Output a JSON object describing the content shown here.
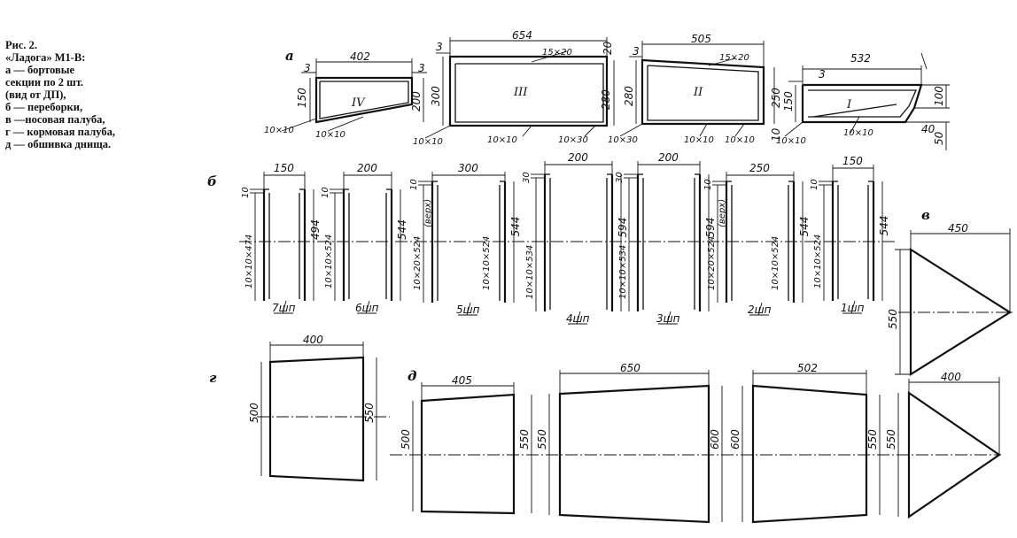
{
  "caption": {
    "title": "Рис. 2.",
    "model": "«Ладога» М1-В:",
    "lines": [
      "а — бортовые",
      "секции по 2 шт.",
      "(вид от ДП),",
      "б — переборки,",
      "в —носовая палуба,",
      "г — кормовая палуба,",
      "д — обшивка днища."
    ]
  },
  "labels": {
    "a": "а",
    "b": "б",
    "v": "в",
    "g": "г",
    "d": "д"
  },
  "side_sections": [
    {
      "roman": "IV",
      "width": "402",
      "h_left": "150",
      "h_right": "200",
      "ends": [
        "3",
        "3"
      ],
      "bar_left": "10×10",
      "bar_bottom": "10×10"
    },
    {
      "roman": "III",
      "width": "654",
      "h_left": "300",
      "h_right": "280",
      "end": "3",
      "top_bar": "15×20",
      "right_top": "20",
      "bar_left": "10×10",
      "bar_bottom": "10×10",
      "bar_right": "10×30"
    },
    {
      "roman": "II",
      "width": "505",
      "h_left": "280",
      "h_right": "250",
      "end": "3",
      "top_bar": "15×20",
      "bar_left": "10×30",
      "bar_bottom": "10×10",
      "bar_bottom2": "10×10",
      "right_bottom": "10"
    },
    {
      "roman": "I",
      "width": "532",
      "h_left": "150",
      "end": "3",
      "h_right": "100",
      "below": "50",
      "bar_left": "10×10",
      "bar_bottom": "10×10",
      "chine": "40"
    }
  ],
  "frames": [
    {
      "label": "7шп",
      "width": "150",
      "height": "494",
      "bar": "10×10×474",
      "top": "10",
      "note": ""
    },
    {
      "label": "6шп",
      "width": "200",
      "height": "544",
      "bar": "10×10×524",
      "top": "10",
      "note": ""
    },
    {
      "label": "5шп",
      "width": "300",
      "height": "544",
      "bar": "10×10×524",
      "bar2": "10×20×524",
      "top": "10",
      "note": "(верх)"
    },
    {
      "label": "4шп",
      "width": "200",
      "height": "594",
      "bar": "10×10×534",
      "top": "30",
      "note": ""
    },
    {
      "label": "3шп",
      "width": "200",
      "height": "594",
      "bar": "10×10×534",
      "top": "30",
      "note": ""
    },
    {
      "label": "2шп",
      "width": "250",
      "height": "544",
      "bar": "10×10×524",
      "bar2": "10×20×524",
      "top": "10",
      "note": "(верх)"
    },
    {
      "label": "1шп",
      "width": "150",
      "height": "544",
      "bar": "10×10×524",
      "top": "10",
      "note": ""
    }
  ],
  "bow_deck": {
    "width": "450",
    "height": "550"
  },
  "stern_deck": {
    "width": "400",
    "h_left": "500",
    "h_right": "550"
  },
  "bottom_panels": [
    {
      "width": "405",
      "h_left": "500",
      "h_right": "550"
    },
    {
      "width": "650",
      "h_left": "550",
      "h_right": "600"
    },
    {
      "width": "502",
      "h_left": "600",
      "h_right": "550"
    },
    {
      "width": "400",
      "height": "550"
    }
  ]
}
